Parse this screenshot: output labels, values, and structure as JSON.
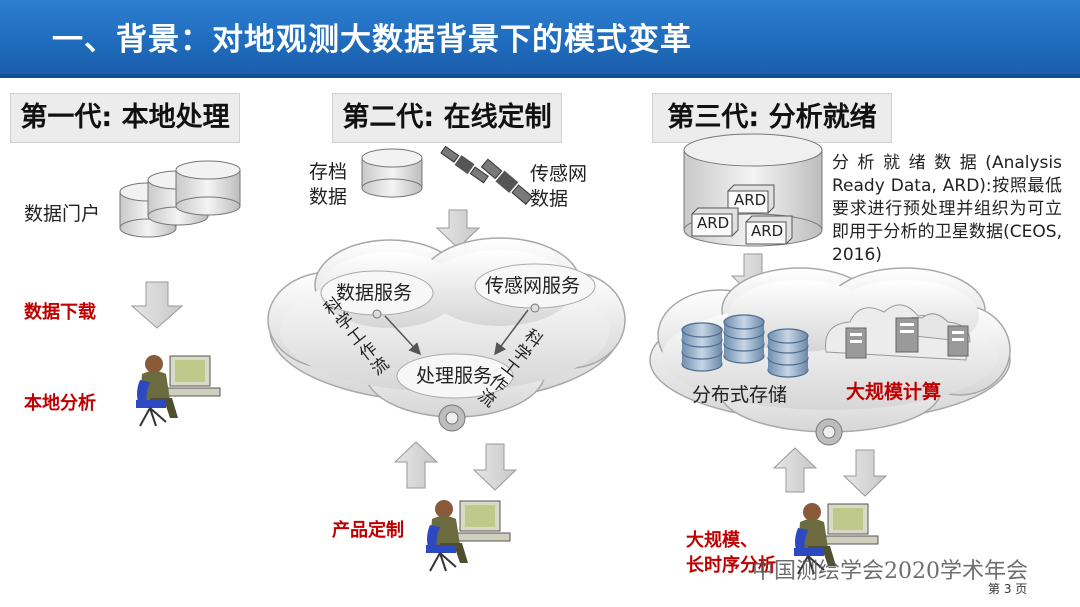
{
  "header": {
    "title": "一、背景：对地观测大数据背景下的模式变革"
  },
  "generations": [
    {
      "label": "第一代: 本地处理"
    },
    {
      "label": "第二代: 在线定制"
    },
    {
      "label": "第三代: 分析就绪"
    }
  ],
  "gen1": {
    "portal": "数据门户",
    "download": "数据下载",
    "analysis": "本地分析"
  },
  "gen2": {
    "archive": [
      "存档",
      "数据"
    ],
    "sensor_net": [
      "传感网",
      "数据"
    ],
    "data_service": "数据服务",
    "sensor_service": "传感网服务",
    "process_service": "处理服务",
    "workflow_left": "科学工作流",
    "workflow_right": "科学工作流",
    "product": "产品定制"
  },
  "gen3": {
    "ard_label": "ARD",
    "ard_description": "分析就绪数据(Analysis Ready Data, ARD):按照最低要求进行预处理并组织为可立即用于分析的卫星数据(CEOS, 2016)",
    "storage": "分布式存储",
    "compute": "大规模计算",
    "analysis": [
      "大规模、",
      "长时序分析"
    ]
  },
  "footer": {
    "conference": "中国测绘学会2020学术年会",
    "page": "第 3 页"
  },
  "colors": {
    "title_bar": "#1f6bbd",
    "accent_red": "#c00000",
    "arrow_gray": "#d9d9d9"
  }
}
